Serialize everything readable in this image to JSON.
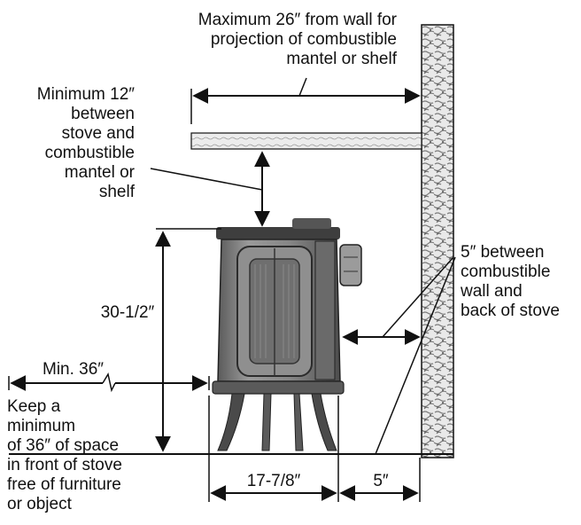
{
  "labels": {
    "mantel_max": "Maximum 26″ from wall for\nprojection of combustible\nmantel or shelf",
    "mantel_min": "Minimum 12″\nbetween\nstove and\ncombustible\nmantel or\nshelf",
    "back_clearance": "5″ between\ncombustible\nwall and\nback of stove",
    "height": "30-1/2″",
    "front_min": "Min. 36″",
    "front_note": "Keep a\nminimum\nof 36″ of space\nin front of stove\n free of furniture\nor object",
    "width": "17-7/8″",
    "wall_gap": "5″"
  },
  "colors": {
    "line": "#111111",
    "wall_fill": "#d9d9d9",
    "stove_body": "#8c8c8c",
    "stove_dark": "#4a4a4a",
    "shelf_fill": "#e6e6e6"
  }
}
